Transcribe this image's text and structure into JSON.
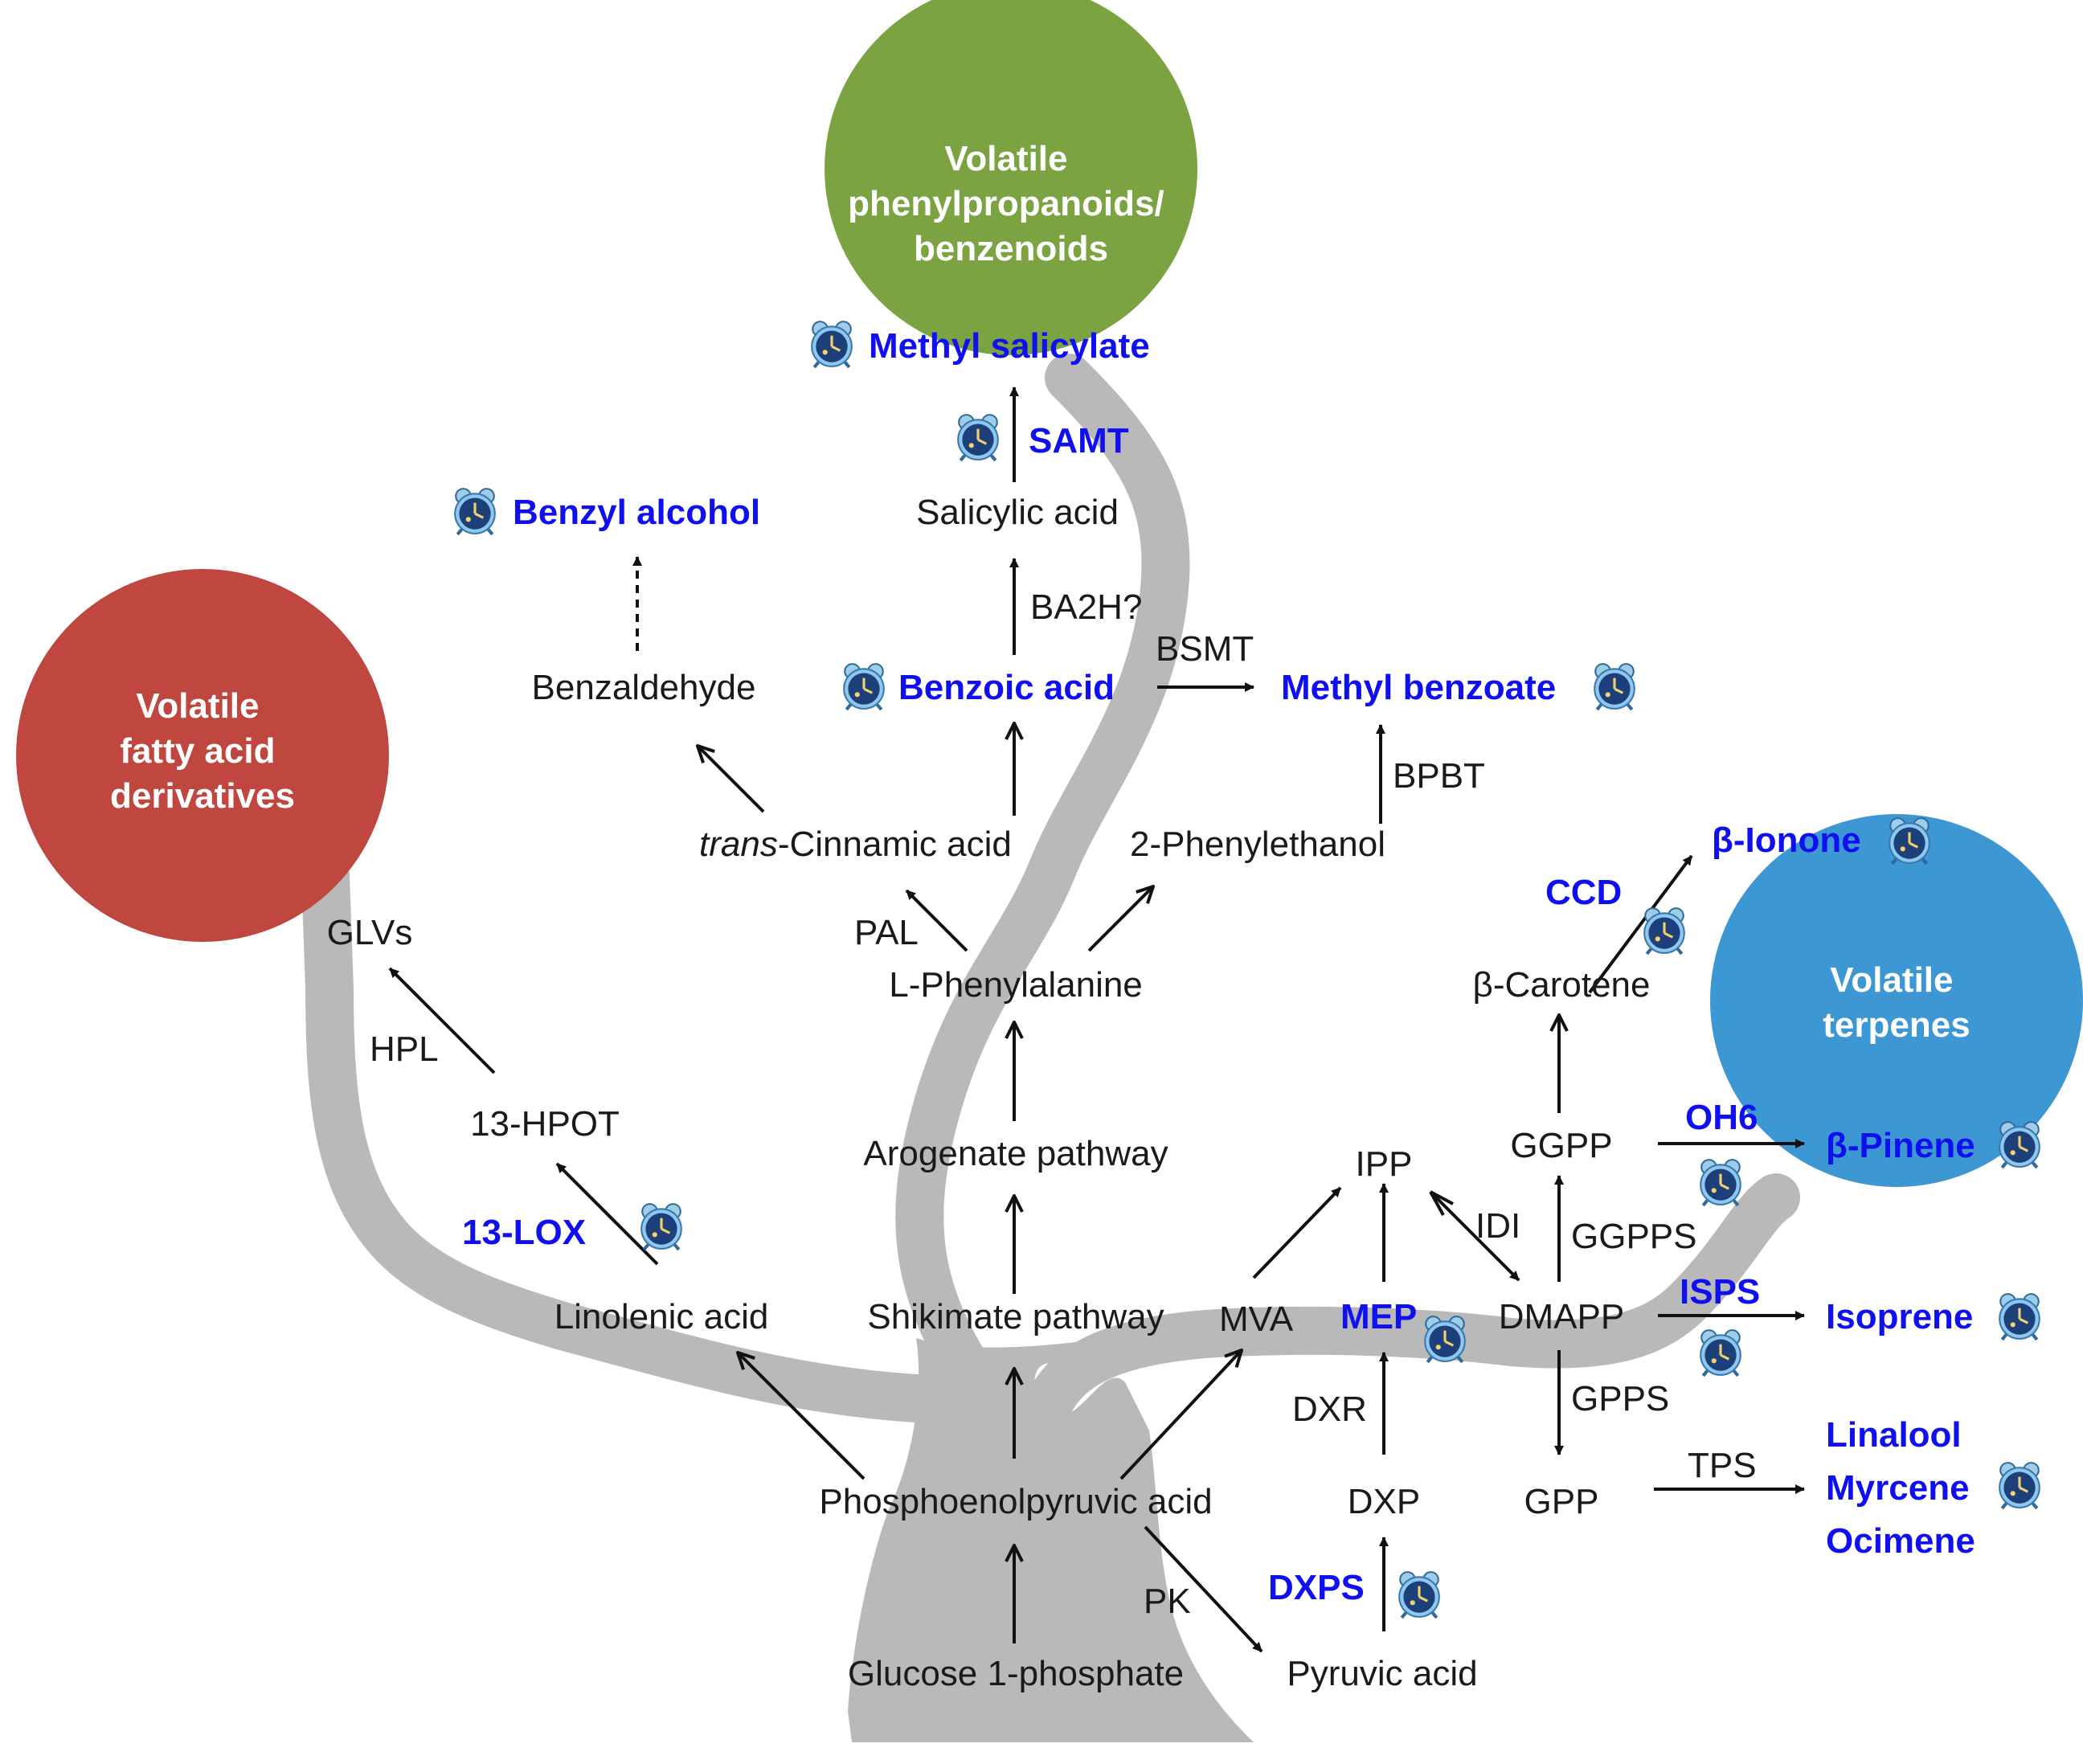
{
  "hubs": {
    "phenylpropanoids": {
      "lines": [
        "Volatile",
        "phenylpropanoids/",
        "benzenoids"
      ],
      "color": "#7ca341"
    },
    "fatty_acid": {
      "lines": [
        "Volatile",
        "fatty acid",
        "derivatives"
      ],
      "color": "#c04740"
    },
    "terpenes": {
      "lines": [
        "Volatile",
        "terpenes"
      ],
      "color": "#3d97d3"
    }
  },
  "colors": {
    "trunk": "#b9b9b9",
    "gene_text": "#1010ee",
    "clock_face": "#1d3f7a",
    "clock_rim": "#8fc8ee"
  },
  "compounds": {
    "methyl_salicylate": "Methyl salicylate",
    "salicylic_acid": "Salicylic acid",
    "benzyl_alcohol": "Benzyl alcohol",
    "benzaldehyde": "Benzaldehyde",
    "benzoic_acid": "Benzoic acid",
    "methyl_benzoate": "Methyl benzoate",
    "cinnamic_prefix": "trans",
    "cinnamic_rest": "-Cinnamic acid",
    "phenylethanol": "2-Phenylethanol",
    "phenylalanine": "L-Phenylalanine",
    "arogenate": "Arogenate pathway",
    "shikimate": "Shikimate pathway",
    "glvs": "GLVs",
    "hpot": "13-HPOT",
    "linolenic": "Linolenic acid",
    "pep": "Phosphoenolpyruvic acid",
    "glucose": "Glucose 1-phosphate",
    "pyruvic": "Pyruvic acid",
    "mva": "MVA",
    "ipp": "IPP",
    "dmapp": "DMAPP",
    "dxp": "DXP",
    "ggpp": "GGPP",
    "gpp": "GPP",
    "carotene": "β-Carotene",
    "ionone": "β-Ionone",
    "pinene": "β-Pinene",
    "isoprene": "Isoprene",
    "linalool": "Linalool",
    "myrcene": "Myrcene",
    "ocimene": "Ocimene"
  },
  "enzymes": {
    "samt": "SAMT",
    "ba2h": "BA2H?",
    "bsmt": "BSMT",
    "bpbt": "BPBT",
    "pal": "PAL",
    "hpl": "HPL",
    "lox": "13-LOX",
    "pk": "PK",
    "dxr": "DXR",
    "dxps": "DXPS",
    "mep": "MEP",
    "idi": "IDI",
    "ggpps": "GGPPS",
    "gpps": "GPPS",
    "ccd": "CCD",
    "oh6": "OH6",
    "isps": "ISPS",
    "tps": "TPS"
  }
}
